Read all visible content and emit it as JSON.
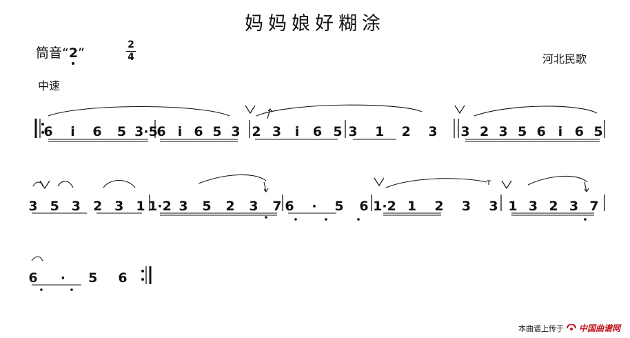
{
  "title": "妈妈娘好糊涂",
  "key": {
    "prefix": "筒音“",
    "note": "2",
    "suffix": "”"
  },
  "meter": {
    "top": "2",
    "bottom": "4"
  },
  "origin": "河北民歌",
  "tempo": "中速",
  "footer": {
    "uploaded": "本曲谱上传于",
    "site": "中国曲谱网"
  },
  "colors": {
    "ink": "#111111",
    "brand": "#c0141c"
  },
  "score": {
    "systems": [
      {
        "measures": [
          [
            "6",
            "i",
            "6",
            "5",
            "3·5"
          ],
          [
            "6",
            "i",
            "6",
            "5",
            "3"
          ],
          [
            "2",
            "3",
            "i",
            "6",
            "5"
          ],
          [
            "3",
            "1",
            "2",
            "3"
          ],
          [
            "3",
            "2",
            "3",
            "5",
            "6",
            "i",
            "6",
            "5"
          ]
        ]
      },
      {
        "measures": [
          [
            "3",
            "5",
            "3",
            "2",
            "3",
            "1"
          ],
          [
            "1·2",
            "3",
            "5",
            "2",
            "3",
            "7"
          ],
          [
            "6",
            "·",
            "5",
            "6"
          ],
          [
            "1·2",
            "1",
            "2",
            "3",
            "3"
          ],
          [
            "1",
            "3",
            "2",
            "3",
            "7"
          ]
        ]
      },
      {
        "measures": [
          [
            "6",
            "·",
            "5",
            "6"
          ]
        ]
      }
    ]
  }
}
